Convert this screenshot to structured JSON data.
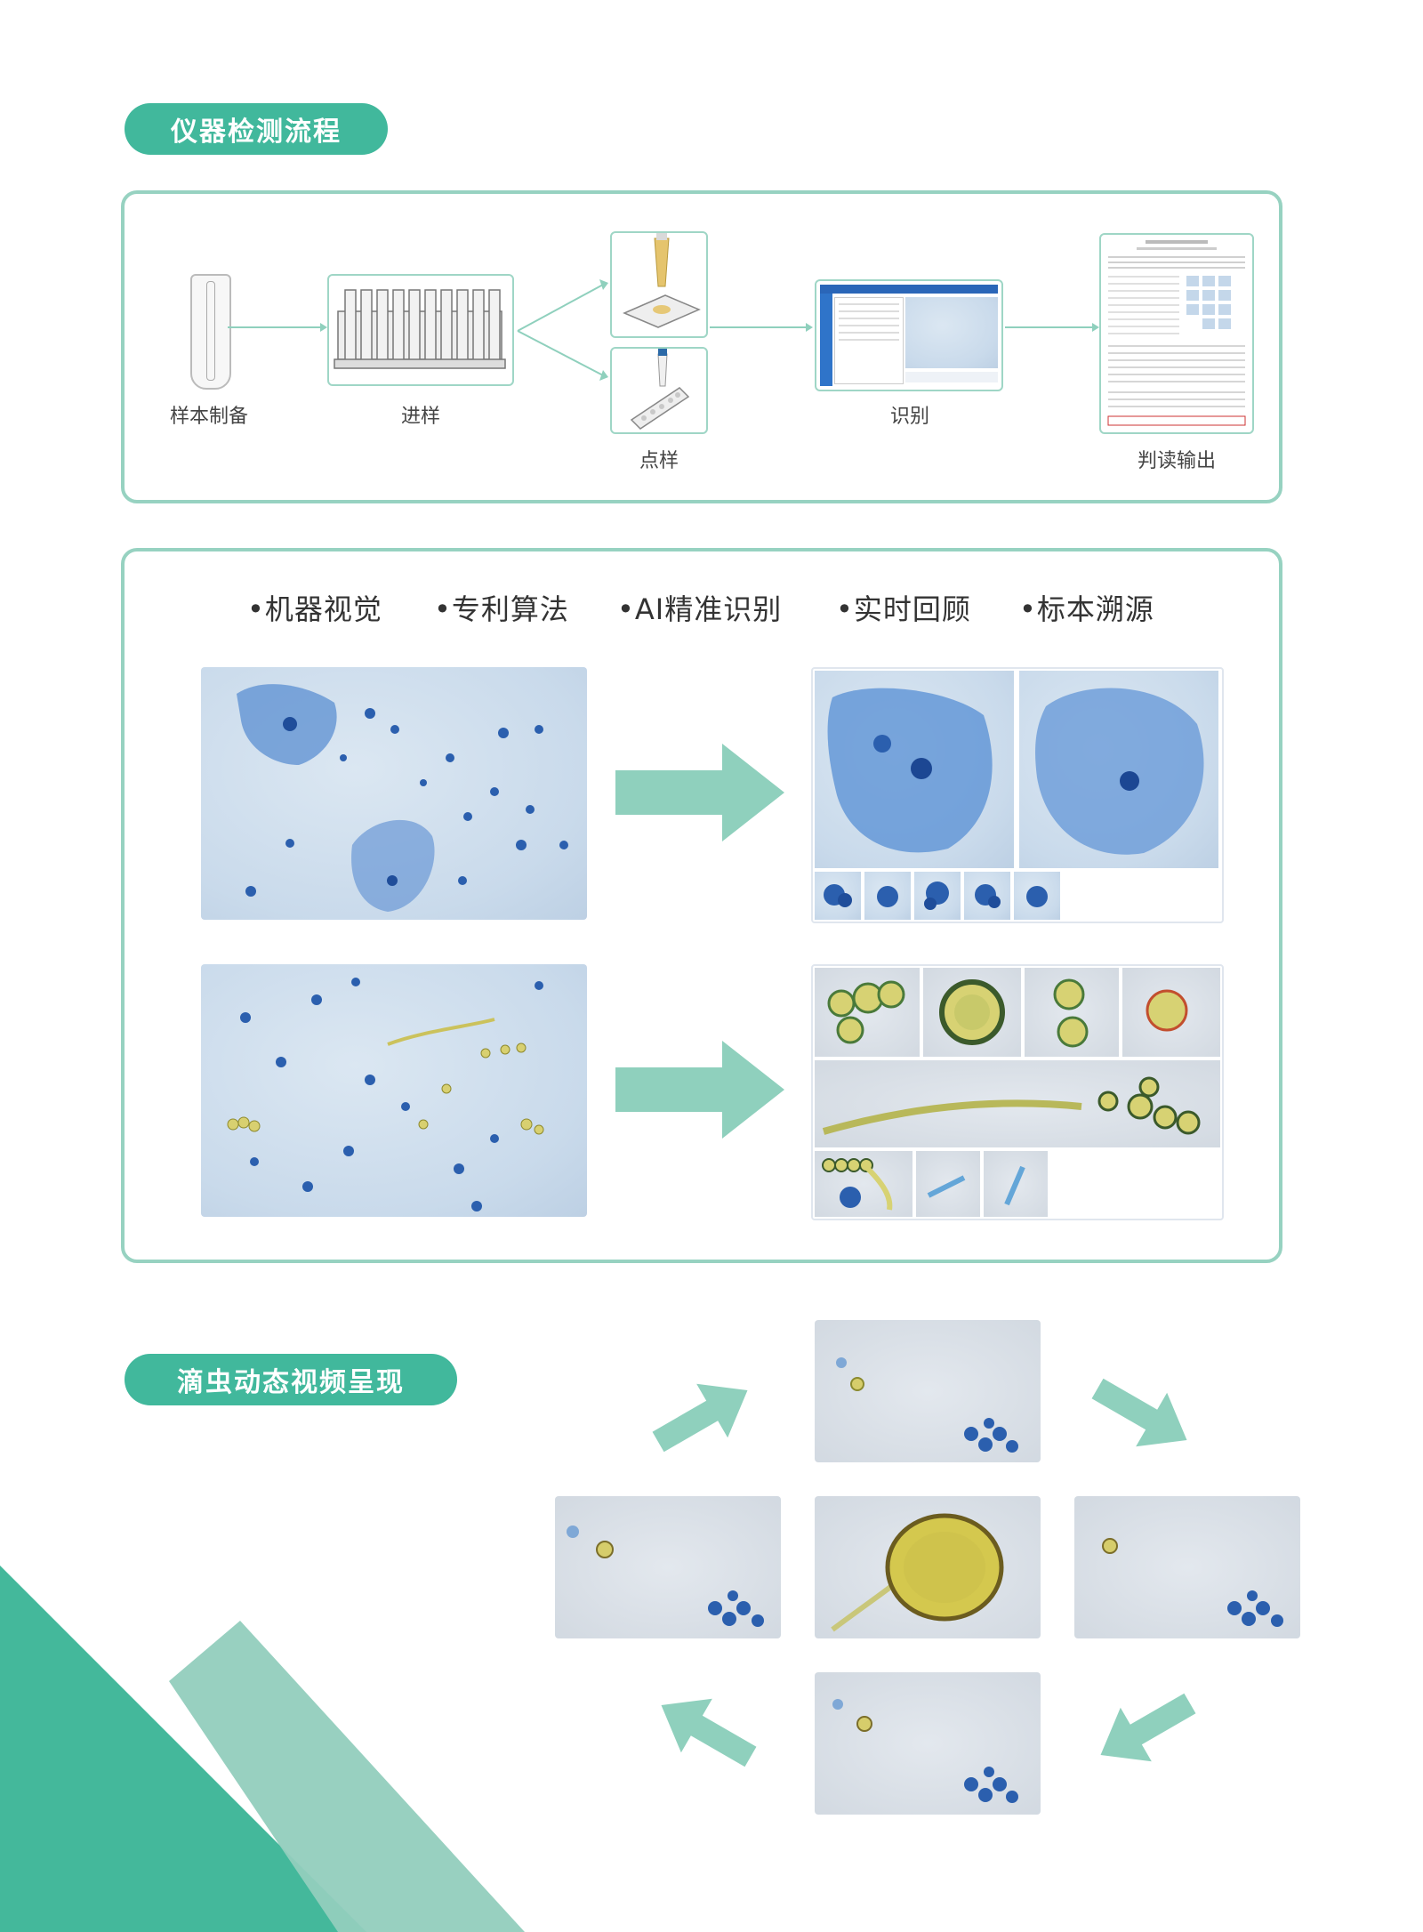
{
  "section1": {
    "title": "仪器检测流程",
    "steps": [
      {
        "label": "样本制备"
      },
      {
        "label": "进样"
      },
      {
        "label": "点样"
      },
      {
        "label": "识别"
      },
      {
        "label": "判读输出"
      }
    ]
  },
  "section2": {
    "features": [
      "机器视觉",
      "专利算法",
      "AI精准识别",
      "实时回顾",
      "标本溯源"
    ]
  },
  "section3": {
    "title": "滴虫动态视频呈现"
  },
  "colors": {
    "accent": "#41b89c",
    "accent_light": "#97d2c1",
    "arrow": "#8fd0bd"
  }
}
